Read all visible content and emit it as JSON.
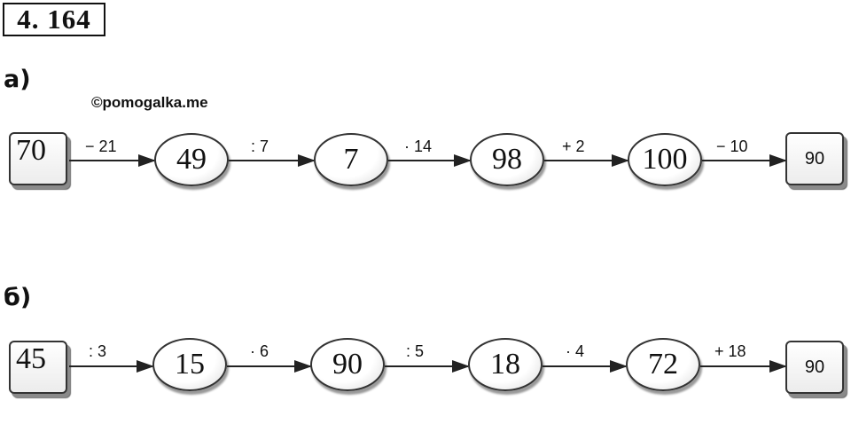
{
  "title": "4. 164",
  "watermark": "©pomogalka.me",
  "part_a": {
    "label": "а)",
    "start": "70",
    "ops": [
      "− 21",
      ": 7",
      "· 14",
      "+ 2",
      "− 10"
    ],
    "values": [
      "49",
      "7",
      "98",
      "100"
    ],
    "end": "90"
  },
  "part_b": {
    "label": "б)",
    "start": "45",
    "ops": [
      ": 3",
      "· 6",
      ": 5",
      "· 4",
      "+ 18"
    ],
    "values": [
      "15",
      "90",
      "18",
      "72"
    ],
    "end": "90"
  }
}
